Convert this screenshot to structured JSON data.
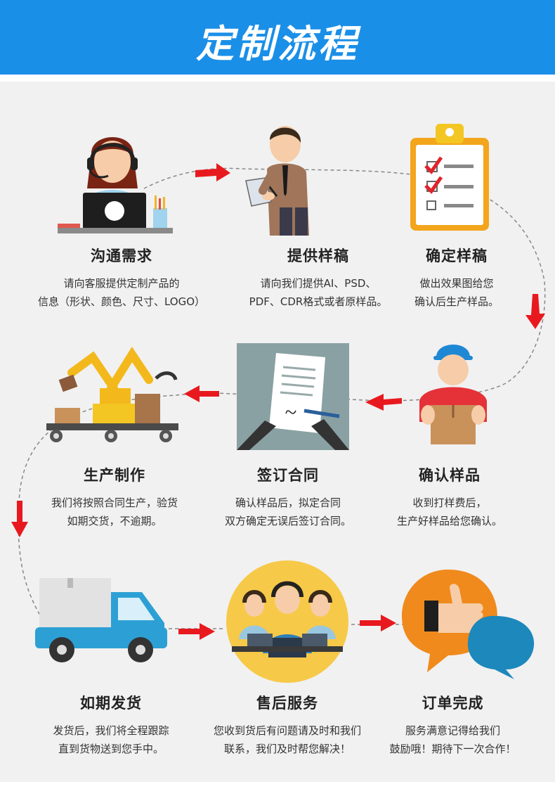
{
  "header": {
    "title": "定制流程"
  },
  "steps": [
    {
      "title": "沟通需求",
      "desc": "请向客服提供定制产品的\n信息（形状、颜色、尺寸、LOGO）"
    },
    {
      "title": "提供样稿",
      "desc": "请向我们提供AI、PSD、\nPDF、CDR格式或者原样品。"
    },
    {
      "title": "确定样稿",
      "desc": "做出效果图给您\n确认后生产样品。"
    },
    {
      "title": "生产制作",
      "desc": "我们将按照合同生产，验货\n如期交货，不逾期。"
    },
    {
      "title": "签订合同",
      "desc": "确认样品后，拟定合同\n双方确定无误后签订合同。"
    },
    {
      "title": "确认样品",
      "desc": "收到打样费后，\n生产好样品给您确认。"
    },
    {
      "title": "如期发货",
      "desc": "发货后，我们将全程跟踪\n直到货物送到您手中。"
    },
    {
      "title": "售后服务",
      "desc": "您收到货后有问题请及时和我们\n联系，我们及时帮您解决！"
    },
    {
      "title": "订单完成",
      "desc": "服务满意记得给我们\n鼓励哦！期待下一次合作！"
    }
  ],
  "colors": {
    "header": "#1a8fe8",
    "arrow": "#e8191e",
    "panel": "#f1f1f1"
  },
  "icons": [
    "customer-service-icon",
    "sketch-icon",
    "clipboard-check-icon",
    "robot-arm-icon",
    "contract-sign-icon",
    "delivery-man-icon",
    "truck-icon",
    "support-team-icon",
    "thumbs-up-chat-icon"
  ]
}
